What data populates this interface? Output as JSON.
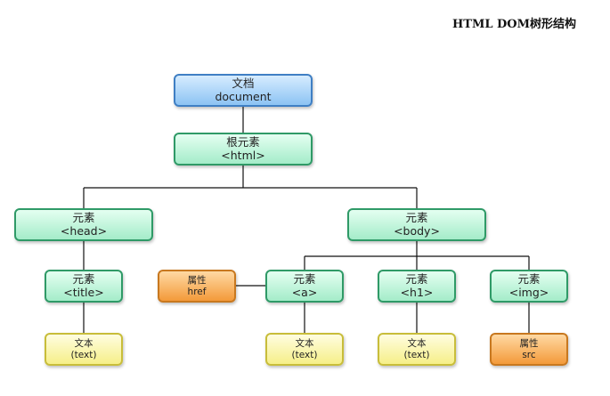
{
  "title": "HTML DOM树形结构",
  "nodes": {
    "document": {
      "line1": "文档",
      "line2": "document"
    },
    "html": {
      "line1": "根元素",
      "line2": "<html>"
    },
    "head": {
      "line1": "元素",
      "line2": "<head>"
    },
    "body": {
      "line1": "元素",
      "line2": "<body>"
    },
    "title": {
      "line1": "元素",
      "line2": "<title>"
    },
    "href": {
      "line1": "属性",
      "line2": "href"
    },
    "a": {
      "line1": "元素",
      "line2": "<a>"
    },
    "h1": {
      "line1": "元素",
      "line2": "<h1>"
    },
    "img": {
      "line1": "元素",
      "line2": "<img>"
    },
    "title_text": {
      "line1": "文本",
      "line2": "(text)"
    },
    "a_text": {
      "line1": "文本",
      "line2": "(text)"
    },
    "h1_text": {
      "line1": "文本",
      "line2": "(text)"
    },
    "src": {
      "line1": "属性",
      "line2": "src"
    }
  },
  "colors": {
    "document": "#8cc3f3",
    "element": "#a4ecc9",
    "attribute": "#f39a3a",
    "text": "#f6ef88",
    "connector": "#111111"
  }
}
